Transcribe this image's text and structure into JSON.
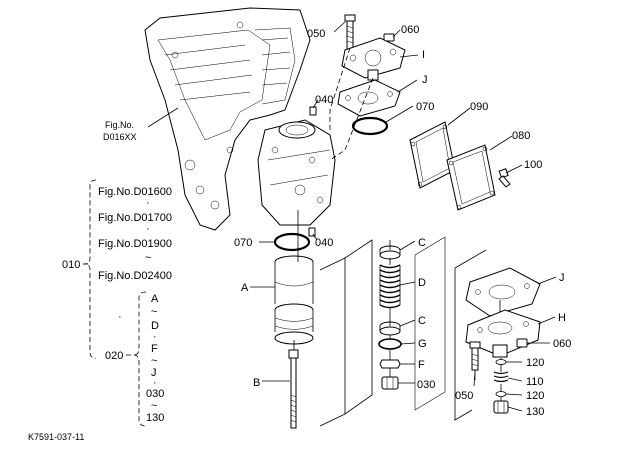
{
  "fig_ref": {
    "line1": "Fig.No.",
    "line2": "D016XX"
  },
  "group_010": {
    "code": "010",
    "figs": [
      "Fig.No.D01600",
      "Fig.No.D01700",
      "Fig.No.D01900",
      "Fig.No.D02400"
    ],
    "sep_dot": "·",
    "sep_tilde": "~"
  },
  "group_020": {
    "code": "020",
    "parts": [
      "A",
      "~",
      "D",
      "·",
      "F",
      "~",
      "J",
      "·",
      "030",
      "~",
      "130"
    ]
  },
  "callouts": {
    "c050a": "050",
    "c060a": "060",
    "cI": "I",
    "cJa": "J",
    "c040a": "040",
    "c070a": "070",
    "c090": "090",
    "c080": "080",
    "c100": "100",
    "c070b": "070",
    "c040b": "040",
    "cA": "A",
    "cB": "B",
    "cCa": "C",
    "cD": "D",
    "cCb": "C",
    "cG": "G",
    "cF": "F",
    "c030": "030",
    "cJb": "J",
    "cH": "H",
    "c060b": "060",
    "c120a": "120",
    "c110": "110",
    "c120b": "120",
    "c130": "130",
    "c050b": "050"
  },
  "footer": {
    "code": "K7591-037-11"
  }
}
